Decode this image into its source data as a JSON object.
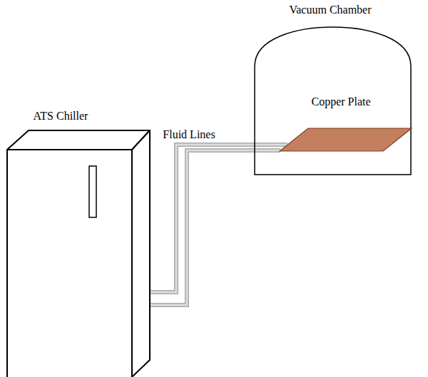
{
  "diagram": {
    "nodes": [
      {
        "text": [
          "Vacuum Chamber"
        ]
      },
      {
        "text": [
          "Copper Plate"
        ],
        "in": 0
      },
      {
        "text": [
          "ATS Chiller"
        ]
      }
    ],
    "edges": [
      {
        "from": 2,
        "to": 1,
        "label": "Fluid Lines",
        "arrow": "none"
      }
    ]
  }
}
